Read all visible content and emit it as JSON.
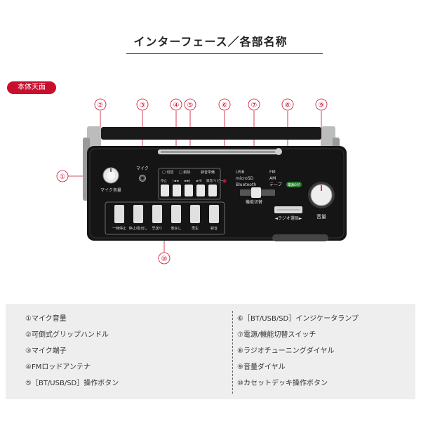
{
  "header": {
    "title": "インターフェース／各部名称"
  },
  "section_badge": "本体天面",
  "callouts": [
    "①",
    "②",
    "③",
    "④",
    "⑤",
    "⑥",
    "⑦",
    "⑧",
    "⑨",
    "⑩"
  ],
  "device_labels": {
    "mic_volume": "マイク音量",
    "mic_jack": "マイク",
    "source_usb": "USB",
    "source_microsd": "microSD",
    "source_bluetooth": "Bluetooth",
    "band_fm": "FM",
    "band_am": "AM",
    "band_tape": "テープ",
    "rec_badge": "電源OFF",
    "function_switch": "機能切替",
    "tuning": "◄ラジオ選局►",
    "volume": "音量",
    "top_panel_left": "□ 切替",
    "top_panel_mid": "□ 削除",
    "top_panel_right": "録音準備",
    "op_buttons": [
      "停止",
      "|◄◄",
      "►►|",
      "►/II",
      "録音/リピート"
    ],
    "deck_buttons": [
      "一時停止",
      "停止/取出し",
      "早送り",
      "巻戻し",
      "再生",
      "録音"
    ]
  },
  "legend": {
    "left": [
      "①マイク音量",
      "②可倒式グリップハンドル",
      "③マイク端子",
      "④FMロッドアンテナ",
      "⑤［BT/USB/SD］操作ボタン"
    ],
    "right": [
      "⑥［BT/USB/SD］インジケータランプ",
      "⑦電源/機能切替スイッチ",
      "⑧ラジオチューニングダイヤル",
      "⑨音量ダイヤル",
      "⑩カセットデッキ操作ボタン"
    ]
  },
  "colors": {
    "accent": "#c8102e",
    "device_body": "#151515",
    "panel": "#e8e8e8",
    "legend_bg": "#eeeeee"
  }
}
